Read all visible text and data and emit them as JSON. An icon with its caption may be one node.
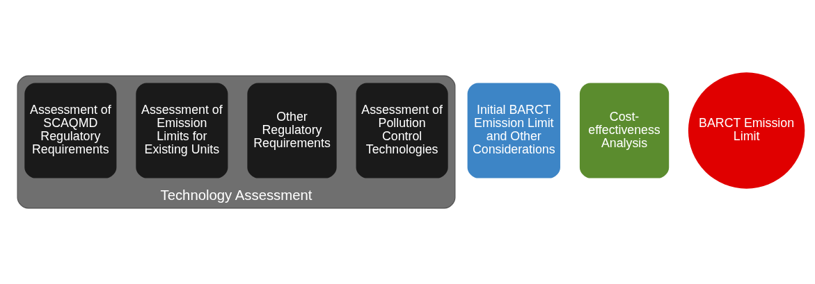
{
  "diagram": {
    "nodes": [
      {
        "text": [
          "Technology Assessment"
        ]
      },
      {
        "text": [
          "Assessment of SCAQMD Regulatory Requirements"
        ],
        "in": 0
      },
      {
        "text": [
          "Assessment of Emission Limits for Existing Units"
        ],
        "in": 0
      },
      {
        "text": [
          "Other Regulatory Requirements"
        ],
        "in": 0
      },
      {
        "text": [
          "Assessment of Pollution Control Technologies"
        ],
        "in": 0
      },
      {
        "text": [
          "Initial BARCT Emission Limit and Other Considerations"
        ]
      },
      {
        "text": [
          "Cost-effectiveness Analysis"
        ]
      },
      {
        "text": [
          "BARCT Emission Limit"
        ]
      }
    ]
  }
}
